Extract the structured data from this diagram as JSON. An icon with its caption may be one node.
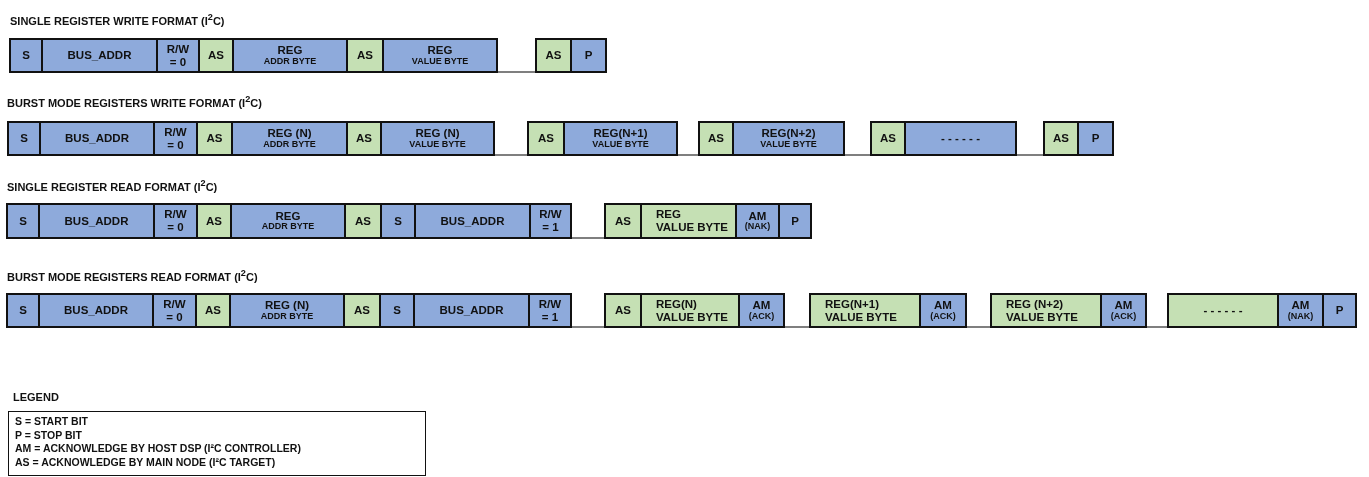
{
  "diagram": {
    "nodes": [
      {
        "text": [
          "S"
        ]
      },
      {
        "text": [
          "BUS_ADDR"
        ]
      },
      {
        "text": [
          "R/W = 0"
        ]
      },
      {
        "text": [
          "AS"
        ]
      },
      {
        "text": [
          "REG",
          "ADDR BYTE"
        ]
      },
      {
        "text": [
          "AS"
        ]
      },
      {
        "text": [
          "REG",
          "VALUE BYTE"
        ]
      },
      {
        "text": [
          "AS"
        ]
      },
      {
        "text": [
          "P"
        ]
      },
      {
        "text": [
          "S"
        ]
      },
      {
        "text": [
          "BUS_ADDR"
        ]
      },
      {
        "text": [
          "R/W = 0"
        ]
      },
      {
        "text": [
          "AS"
        ]
      },
      {
        "text": [
          "REG (N)",
          "ADDR BYTE"
        ]
      },
      {
        "text": [
          "AS"
        ]
      },
      {
        "text": [
          "REG (N)",
          "VALUE BYTE"
        ]
      },
      {
        "text": [
          "AS"
        ]
      },
      {
        "text": [
          "REG(N+1)",
          "VALUE BYTE"
        ]
      },
      {
        "text": [
          "AS"
        ]
      },
      {
        "text": [
          "REG(N+2)",
          "VALUE BYTE"
        ]
      },
      {
        "text": [
          "AS"
        ]
      },
      {
        "text": [
          "- - - - - -"
        ]
      },
      {
        "text": [
          "AS"
        ]
      },
      {
        "text": [
          "P"
        ]
      },
      {
        "text": [
          "S"
        ]
      },
      {
        "text": [
          "BUS_ADDR"
        ]
      },
      {
        "text": [
          "R/W = 0"
        ]
      },
      {
        "text": [
          "AS"
        ]
      },
      {
        "text": [
          "REG",
          "ADDR BYTE"
        ]
      },
      {
        "text": [
          "AS"
        ]
      },
      {
        "text": [
          "S"
        ]
      },
      {
        "text": [
          "BUS_ADDR"
        ]
      },
      {
        "text": [
          "R/W = 1"
        ]
      },
      {
        "text": [
          "AS"
        ]
      },
      {
        "text": [
          "REG",
          "VALUE BYTE"
        ]
      },
      {
        "text": [
          "AM",
          "(NAK)"
        ]
      },
      {
        "text": [
          "P"
        ]
      },
      {
        "text": [
          "S"
        ]
      },
      {
        "text": [
          "BUS_ADDR"
        ]
      },
      {
        "text": [
          "R/W = 0"
        ]
      },
      {
        "text": [
          "AS"
        ]
      },
      {
        "text": [
          "REG (N)",
          "ADDR BYTE"
        ]
      },
      {
        "text": [
          "AS"
        ]
      },
      {
        "text": [
          "S"
        ]
      },
      {
        "text": [
          "BUS_ADDR"
        ]
      },
      {
        "text": [
          "R/W = 1"
        ]
      },
      {
        "text": [
          "AS"
        ]
      },
      {
        "text": [
          "REG(N)",
          "VALUE BYTE"
        ]
      },
      {
        "text": [
          "AM",
          "(ACK)"
        ]
      },
      {
        "text": [
          "REG(N+1)",
          "VALUE BYTE"
        ]
      },
      {
        "text": [
          "AM",
          "(ACK)"
        ]
      },
      {
        "text": [
          "REG (N+2)",
          "VALUE BYTE"
        ]
      },
      {
        "text": [
          "AM",
          "(ACK)"
        ]
      },
      {
        "text": [
          "- - - - - -"
        ]
      },
      {
        "text": [
          "AM",
          "(NAK)"
        ]
      },
      {
        "text": [
          "P"
        ]
      },
      {
        "text": [
          "LEGEND",
          "S = START BIT",
          "P = STOP BIT",
          "AM = ACKNOWLEDGE BY HOST DSP (I²C CONTROLLER)",
          "AS = ACKNOWLEDGE BY MAIN NODE (I²C TARGET)"
        ]
      }
    ],
    "edges": [
      {
        "from": 6,
        "to": 7,
        "arrow": "none"
      },
      {
        "from": 15,
        "to": 16,
        "arrow": "none"
      },
      {
        "from": 17,
        "to": 18,
        "arrow": "none"
      },
      {
        "from": 19,
        "to": 20,
        "arrow": "none"
      },
      {
        "from": 21,
        "to": 22,
        "arrow": "none"
      },
      {
        "from": 32,
        "to": 33,
        "arrow": "none"
      },
      {
        "from": 45,
        "to": 46,
        "arrow": "none"
      },
      {
        "from": 48,
        "to": 49,
        "arrow": "none"
      },
      {
        "from": 50,
        "to": 51,
        "arrow": "none"
      },
      {
        "from": 52,
        "to": 53,
        "arrow": "none"
      }
    ],
    "labels": [
      "SINGLE REGISTER WRITE FORMAT (I$^{2}$C)",
      "BURST MODE REGISTERS WRITE FORMAT (I$^{2}$C)",
      "SINGLE REGISTER READ FORMAT (I$^{2}$C)",
      "BURST MODE REGISTERS READ FORMAT (I$^{2}$C)"
    ]
  }
}
